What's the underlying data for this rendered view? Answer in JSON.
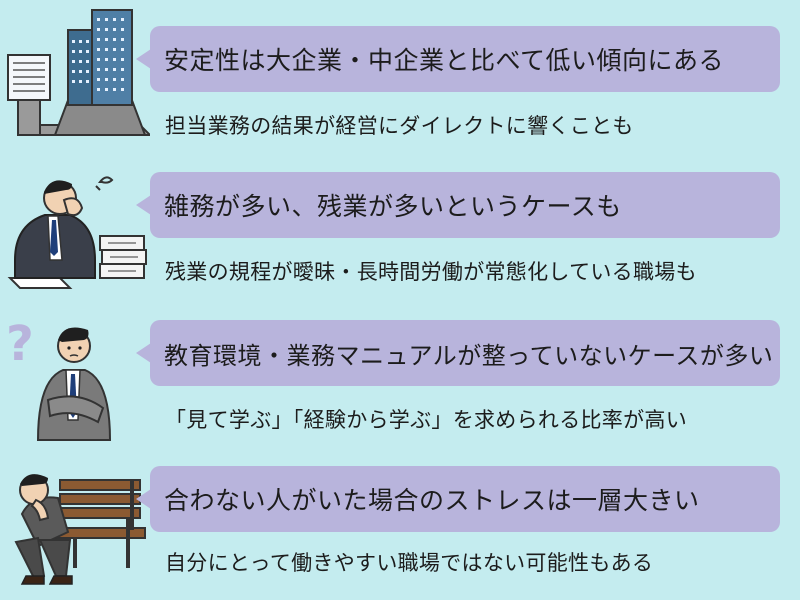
{
  "items": [
    {
      "headline": "安定性は大企業・中企業と比べて低い傾向にある",
      "detail": "担当業務の結果が経営にダイレクトに響くことも",
      "illustration": "office-buildings-icon"
    },
    {
      "headline": "雑務が多い、残業が多いというケースも",
      "detail": "残業の規程が曖昧・長時間労働が常態化している職場も",
      "illustration": "overworked-person-icon"
    },
    {
      "headline": "教育環境・業務マニュアルが整っていないケースが多い",
      "detail": "「見て学ぶ」「経験から学ぶ」を求められる比率が高い",
      "illustration": "confused-person-icon"
    },
    {
      "headline": "合わない人がいた場合のストレスは一層大きい",
      "detail": "自分にとって働きやすい職場ではない可能性もある",
      "illustration": "stressed-person-on-bench-icon"
    }
  ],
  "colors": {
    "background": "#c4ecef",
    "bubble": "#b8b4dc",
    "text": "#1c1c1c",
    "question_mark": "#b8b4dc"
  }
}
